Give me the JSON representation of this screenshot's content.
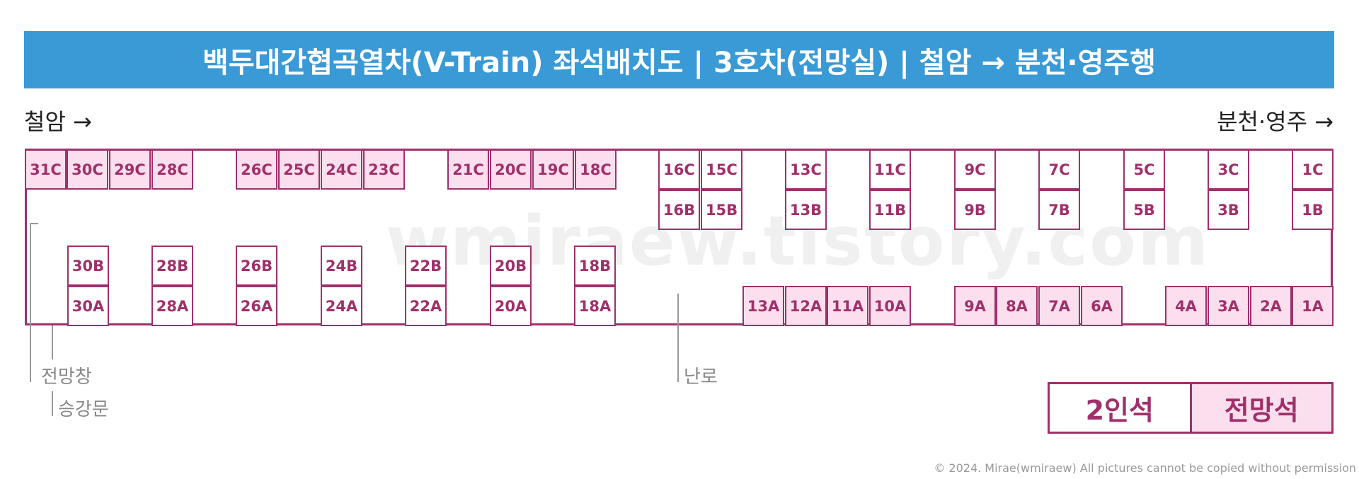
{
  "title": "백두대간협곡열차(V-Train) 좌석배치도 | 3호차(전망실) | 철암 → 분천·영주행",
  "direction": {
    "from": "철암 →",
    "to": "분천·영주 →"
  },
  "watermark": "wmiraew.tistory.com",
  "colors": {
    "header": "#3a9ad6",
    "accent": "#a0306a",
    "view_seat": "#fbdfee"
  },
  "row_c": [
    {
      "label": "31C",
      "type": "view"
    },
    {
      "label": "30C",
      "type": "view"
    },
    {
      "label": "29C",
      "type": "view"
    },
    {
      "label": "28C",
      "type": "view"
    },
    {
      "label": "26C",
      "type": "view"
    },
    {
      "label": "25C",
      "type": "view"
    },
    {
      "label": "24C",
      "type": "view"
    },
    {
      "label": "23C",
      "type": "view"
    },
    {
      "label": "21C",
      "type": "view"
    },
    {
      "label": "20C",
      "type": "view"
    },
    {
      "label": "19C",
      "type": "view"
    },
    {
      "label": "18C",
      "type": "view"
    },
    {
      "label": "16C",
      "type": "two"
    },
    {
      "label": "15C",
      "type": "two"
    },
    {
      "label": "13C",
      "type": "two"
    },
    {
      "label": "11C",
      "type": "two"
    },
    {
      "label": "9C",
      "type": "two"
    },
    {
      "label": "7C",
      "type": "two"
    },
    {
      "label": "5C",
      "type": "two"
    },
    {
      "label": "3C",
      "type": "two"
    },
    {
      "label": "1C",
      "type": "two"
    }
  ],
  "row_b_upper": [
    {
      "label": "16B",
      "type": "two"
    },
    {
      "label": "15B",
      "type": "two"
    },
    {
      "label": "13B",
      "type": "two"
    },
    {
      "label": "11B",
      "type": "two"
    },
    {
      "label": "9B",
      "type": "two"
    },
    {
      "label": "7B",
      "type": "two"
    },
    {
      "label": "5B",
      "type": "two"
    },
    {
      "label": "3B",
      "type": "two"
    },
    {
      "label": "1B",
      "type": "two"
    }
  ],
  "row_b_lower": [
    {
      "label": "30B",
      "type": "two"
    },
    {
      "label": "28B",
      "type": "two"
    },
    {
      "label": "26B",
      "type": "two"
    },
    {
      "label": "24B",
      "type": "two"
    },
    {
      "label": "22B",
      "type": "two"
    },
    {
      "label": "20B",
      "type": "two"
    },
    {
      "label": "18B",
      "type": "two"
    }
  ],
  "row_a": [
    {
      "label": "30A",
      "type": "two"
    },
    {
      "label": "28A",
      "type": "two"
    },
    {
      "label": "26A",
      "type": "two"
    },
    {
      "label": "24A",
      "type": "two"
    },
    {
      "label": "22A",
      "type": "two"
    },
    {
      "label": "20A",
      "type": "two"
    },
    {
      "label": "18A",
      "type": "two"
    },
    {
      "label": "13A",
      "type": "view"
    },
    {
      "label": "12A",
      "type": "view"
    },
    {
      "label": "11A",
      "type": "view"
    },
    {
      "label": "10A",
      "type": "view"
    },
    {
      "label": "9A",
      "type": "view"
    },
    {
      "label": "8A",
      "type": "view"
    },
    {
      "label": "7A",
      "type": "view"
    },
    {
      "label": "6A",
      "type": "view"
    },
    {
      "label": "4A",
      "type": "view"
    },
    {
      "label": "3A",
      "type": "view"
    },
    {
      "label": "2A",
      "type": "view"
    },
    {
      "label": "1A",
      "type": "view"
    }
  ],
  "callouts": {
    "window": "전망창",
    "door": "승강문",
    "heater": "난로"
  },
  "legend": {
    "two_seat": "2인석",
    "view_seat": "전망석"
  },
  "copyright": "© 2024. Mirae(wmiraew) All pictures cannot be copied without permission"
}
